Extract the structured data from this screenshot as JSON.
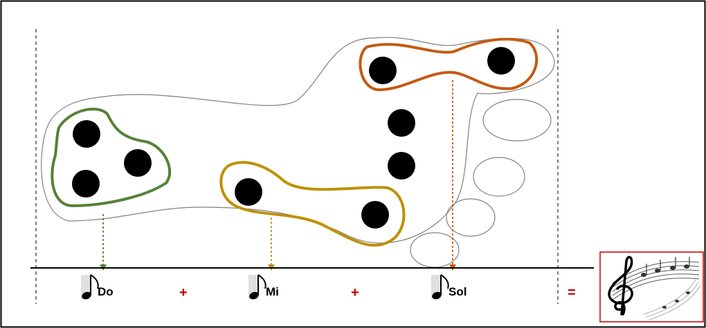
{
  "notes": [
    {
      "label": "Do",
      "color": "#548235"
    },
    {
      "label": "Mi",
      "color": "#bf9000"
    },
    {
      "label": "Sol",
      "color": "#c55a11"
    }
  ],
  "operators": {
    "plus_1": "+",
    "plus_2": "+",
    "equals": "="
  },
  "colors": {
    "operator": "#c00000",
    "outline": "#808080",
    "sensor": "#000000",
    "image_border": "#c00000"
  },
  "icons": {
    "note": "eighth-note-icon",
    "result": "sheet-music-treble-clef-icon"
  }
}
